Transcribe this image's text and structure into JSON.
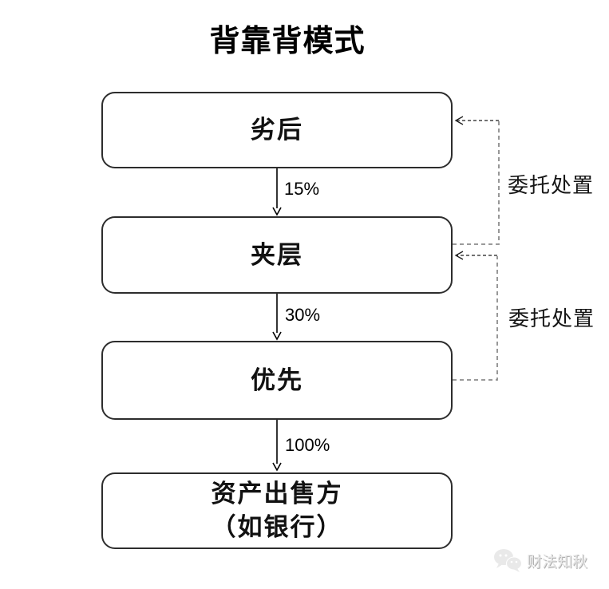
{
  "title": "背靠背模式",
  "nodes": [
    {
      "label": "劣后"
    },
    {
      "label": "夹层"
    },
    {
      "label": "优先"
    },
    {
      "label": "资产出售方\n（如银行）"
    }
  ],
  "flow_labels": [
    "15%",
    "30%",
    "100%"
  ],
  "entrust_labels": [
    "委托处置",
    "委托处置"
  ],
  "watermark": {
    "text": "财法知秋",
    "icon": "wechat-chat-bubbles-icon"
  },
  "colors": {
    "node_border": "#2d2d2d",
    "solid_arrow": "#000000",
    "dashed_route": "#8c8c8c",
    "dashed_arrow": "#1c1c1c",
    "watermark_text": "#e7e7e7"
  }
}
